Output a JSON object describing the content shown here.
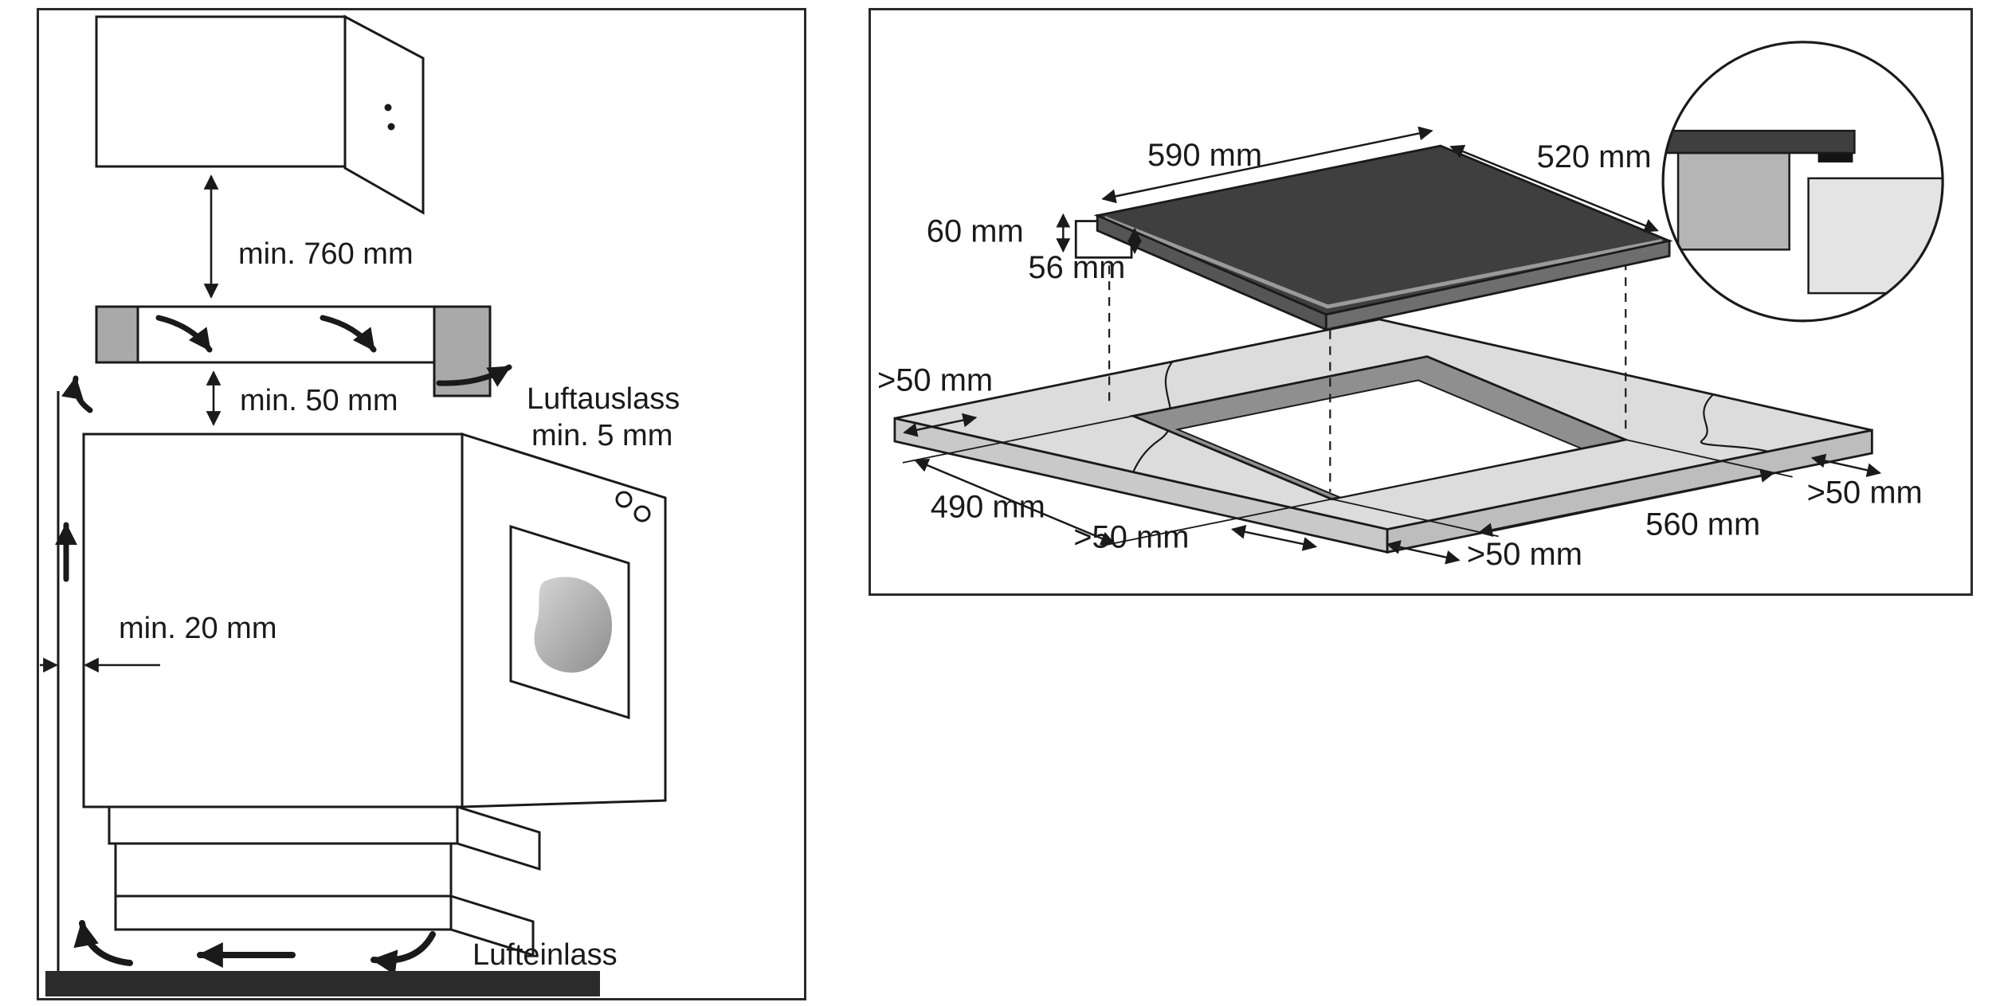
{
  "diagram_title": "hob-and-oven-installation-clearances",
  "left_panel": {
    "clearance_above": "min. 760 mm",
    "clearance_hob_to_oven": "min. 50 mm",
    "air_outlet": "Luftauslass",
    "air_outlet_gap": "min. 5 mm",
    "wall_clearance": "min. 20 mm",
    "air_inlet": "Lufteinlass"
  },
  "right_panel": {
    "hob_width": "590 mm",
    "hob_depth": "520 mm",
    "hob_height_total": "60 mm",
    "hob_height_body": "56 mm",
    "clearance_rear_left": ">50 mm",
    "cutout_depth": "490 mm",
    "clearance_side_left": ">50 mm",
    "clearance_side_front": ">50 mm",
    "cutout_width": "560 mm",
    "clearance_side_right": ">50 mm"
  },
  "colors": {
    "line": "#1a1a1a",
    "hob_glass": "#3f3f3f",
    "cabinet_gray": "#a9a9a9",
    "worktop_gray": "#dcdcdc",
    "cutout_gray": "#8f8f8f",
    "floor_black": "#2b2b2b"
  }
}
